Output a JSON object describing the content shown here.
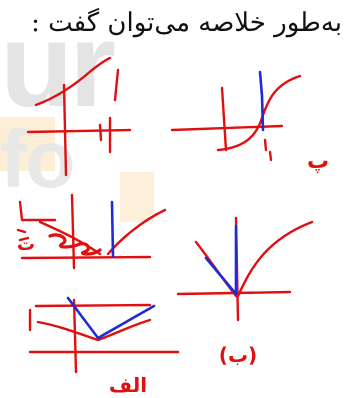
{
  "heading": "به‌طور خلاصه می‌توان گفت :",
  "watermark": {
    "top_text": "ur",
    "middle_text": "fo"
  },
  "colors": {
    "sketch_red": "#e01010",
    "sketch_blue": "#1e2bd6",
    "text": "#111111",
    "watermark_orange": "#f7c97a"
  },
  "figure_labels": {
    "a": "الف",
    "b": "(ب)",
    "c": "پ",
    "d": "ت"
  }
}
